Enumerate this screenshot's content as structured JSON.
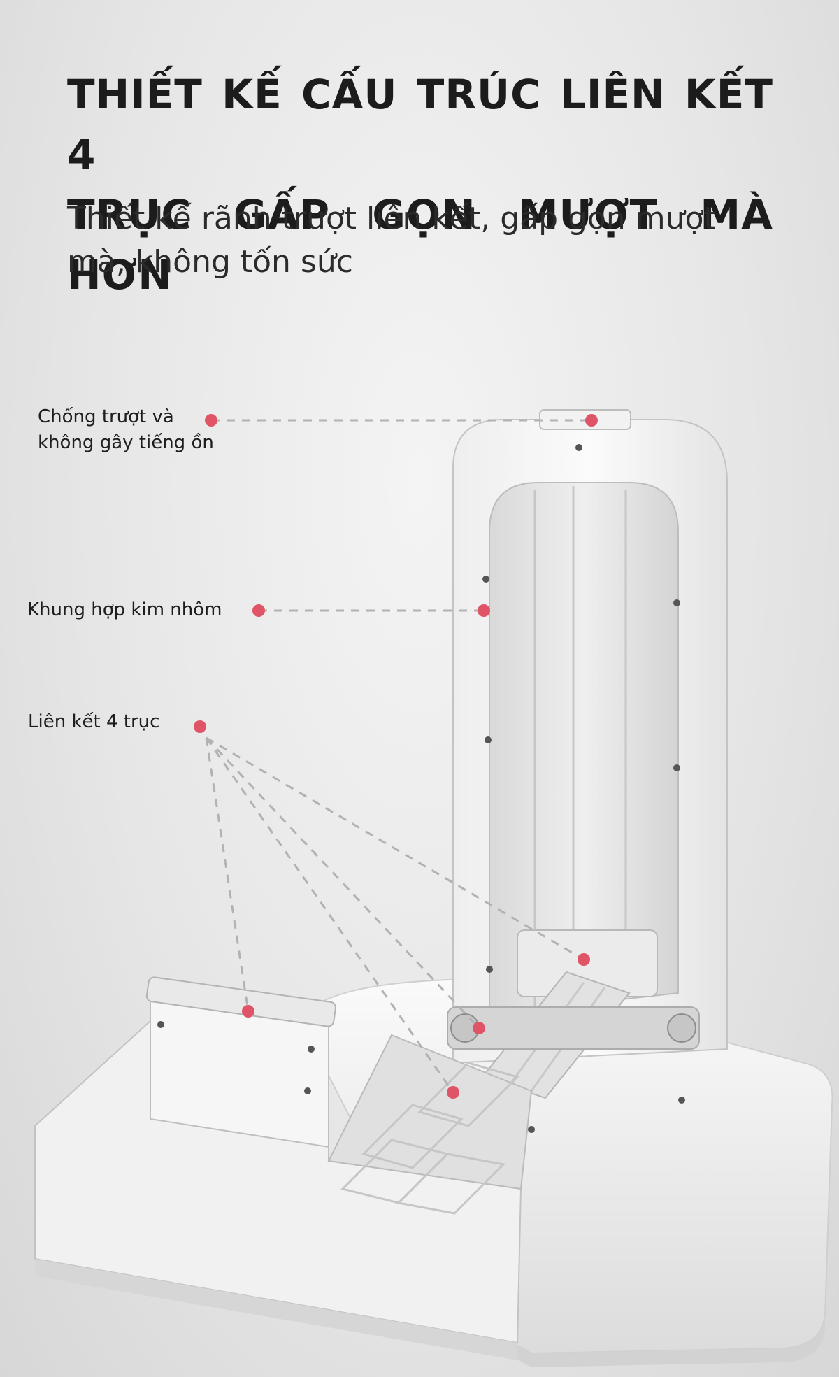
{
  "headline": {
    "line1": "THIẾT KẾ CẤU TRÚC LIÊN KẾT 4",
    "line2": "TRỤC GẤP GỌN MƯỢT MÀ HƠN"
  },
  "subheadline": {
    "line1": "Thiết kế rãnh trượt liên kết, gấp gọn mượt",
    "line2": "mà, không tốn sức"
  },
  "callouts": {
    "anti_slip": {
      "line1": "Chống trượt và",
      "line2": "không gây tiếng ồn"
    },
    "frame": {
      "label": "Khung hợp kim nhôm"
    },
    "linkage": {
      "label": "Liên kết 4 trục"
    }
  },
  "colors": {
    "marker": "#e05468",
    "leader_line": "#b0b0b0",
    "product_body": "#f7f7f7",
    "product_shadow": "#c9c9c9"
  }
}
